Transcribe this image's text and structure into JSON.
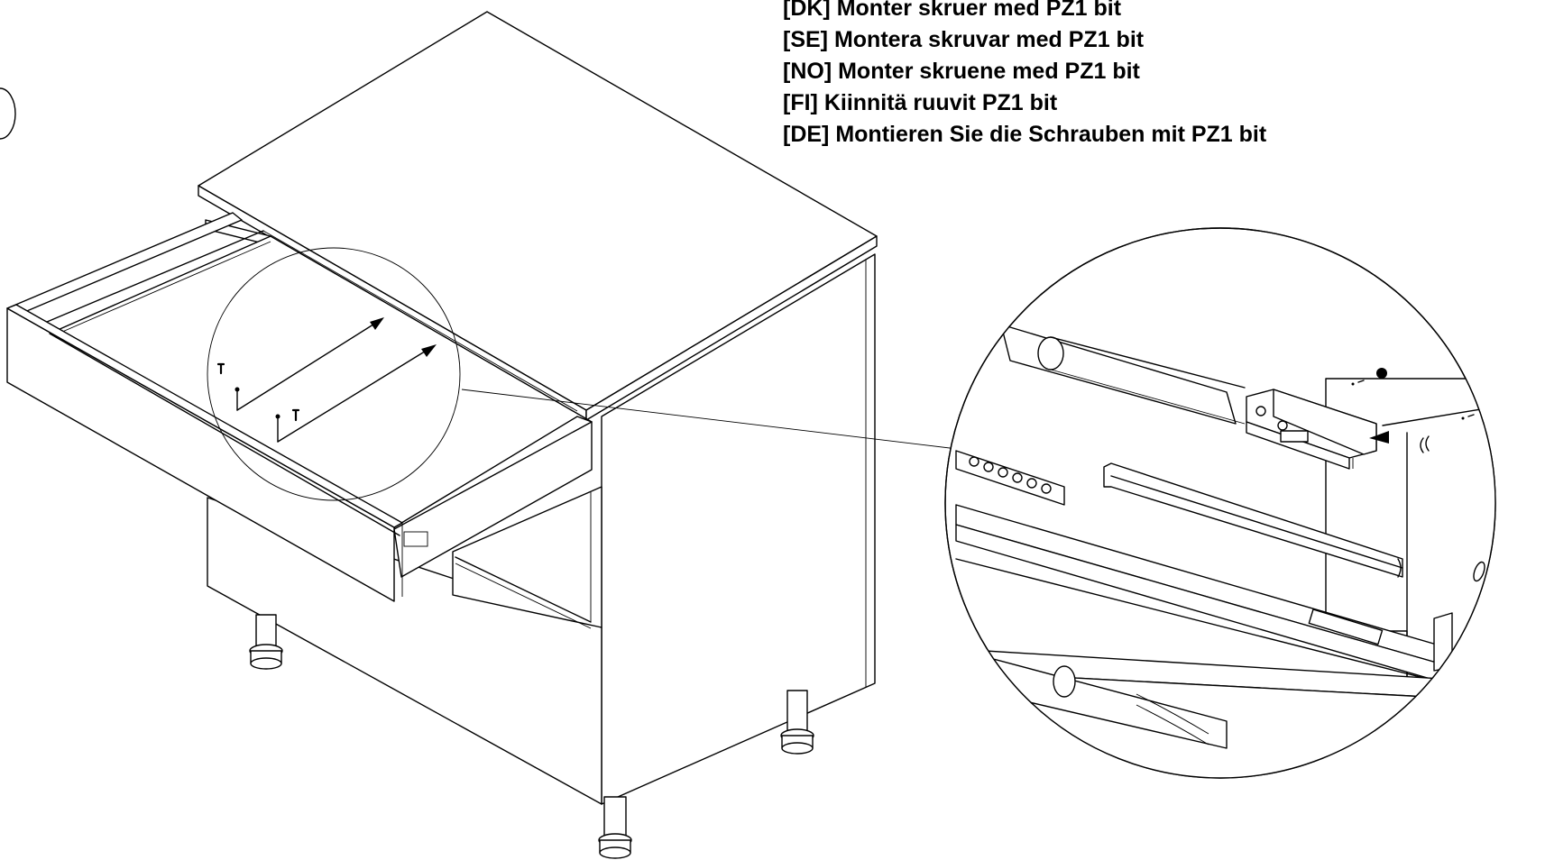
{
  "instructions": {
    "lines": [
      "[DK] Monter skruer med PZ1 bit",
      "[SE] Montera skruvar med PZ1 bit",
      "[NO] Monter skruene med PZ1 bit",
      "[FI] Kiinnitä ruuvit PZ1 bit",
      "[DE] Montieren Sie die Schrauben mit PZ1 bit"
    ]
  },
  "icons": {
    "cabinet": "drawer-cabinet-illustration",
    "detail": "slide-bracket-detail-magnifier",
    "screw": "pz1-screw-icon"
  },
  "colors": {
    "ink": "#000000",
    "paper": "#ffffff"
  }
}
